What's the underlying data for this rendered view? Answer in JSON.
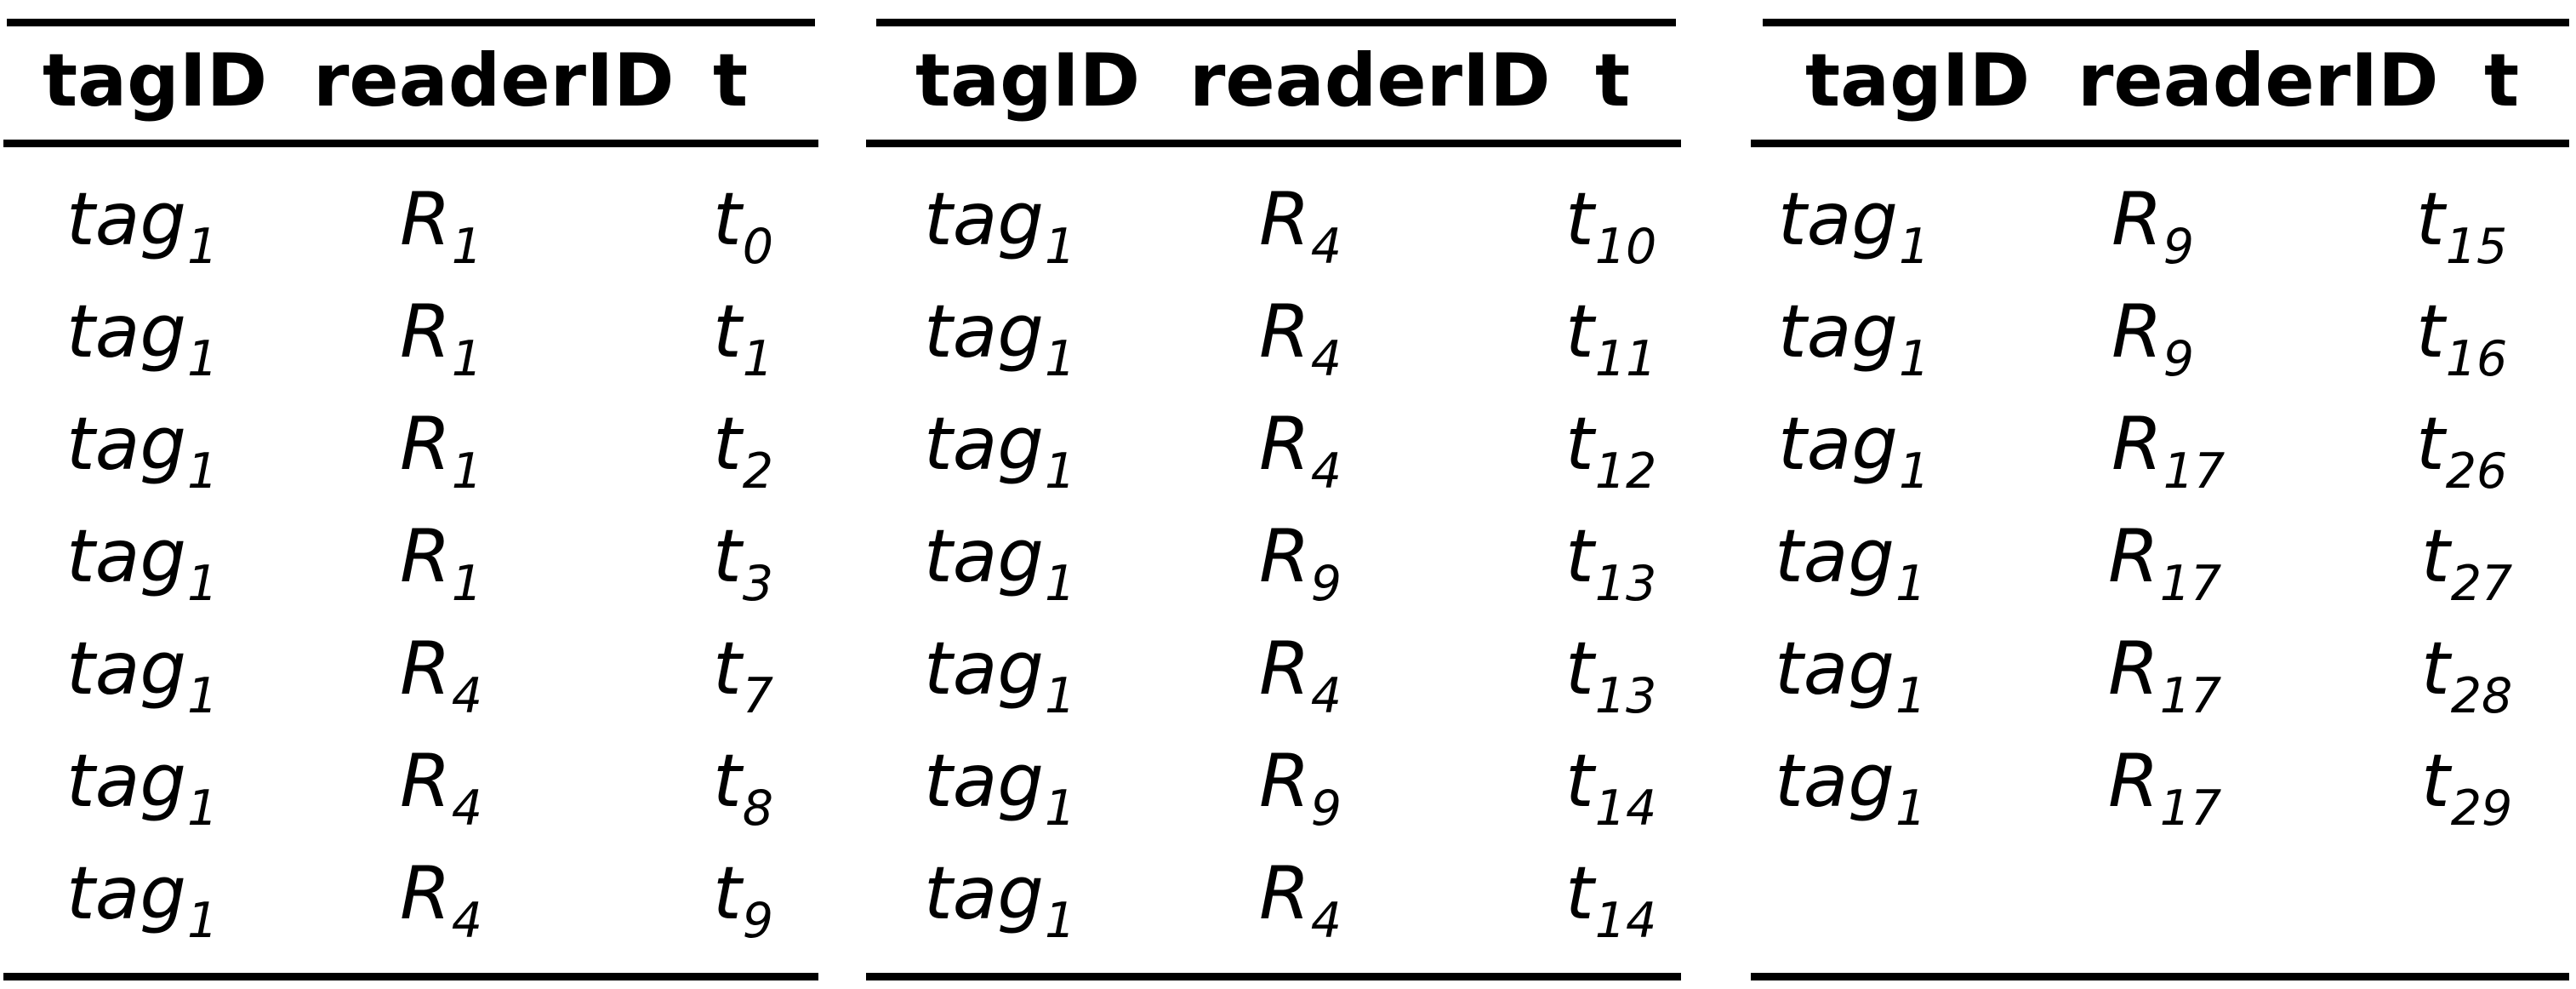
{
  "headers": [
    "tagID",
    "readerID",
    "t"
  ],
  "tables": [
    {
      "rows": [
        {
          "tag": {
            "base": "tag",
            "sub": "1"
          },
          "reader": {
            "base": "R",
            "sub": "1"
          },
          "time": {
            "base": "t",
            "sub": "0"
          }
        },
        {
          "tag": {
            "base": "tag",
            "sub": "1"
          },
          "reader": {
            "base": "R",
            "sub": "1"
          },
          "time": {
            "base": "t",
            "sub": "1"
          }
        },
        {
          "tag": {
            "base": "tag",
            "sub": "1"
          },
          "reader": {
            "base": "R",
            "sub": "1"
          },
          "time": {
            "base": "t",
            "sub": "2"
          }
        },
        {
          "tag": {
            "base": "tag",
            "sub": "1"
          },
          "reader": {
            "base": "R",
            "sub": "1"
          },
          "time": {
            "base": "t",
            "sub": "3"
          }
        },
        {
          "tag": {
            "base": "tag",
            "sub": "1"
          },
          "reader": {
            "base": "R",
            "sub": "4"
          },
          "time": {
            "base": "t",
            "sub": "7"
          }
        },
        {
          "tag": {
            "base": "tag",
            "sub": "1"
          },
          "reader": {
            "base": "R",
            "sub": "4"
          },
          "time": {
            "base": "t",
            "sub": "8"
          }
        },
        {
          "tag": {
            "base": "tag",
            "sub": "1"
          },
          "reader": {
            "base": "R",
            "sub": "4"
          },
          "time": {
            "base": "t",
            "sub": "9"
          }
        }
      ]
    },
    {
      "rows": [
        {
          "tag": {
            "base": "tag",
            "sub": "1"
          },
          "reader": {
            "base": "R",
            "sub": "4"
          },
          "time": {
            "base": "t",
            "sub": "10"
          }
        },
        {
          "tag": {
            "base": "tag",
            "sub": "1"
          },
          "reader": {
            "base": "R",
            "sub": "4"
          },
          "time": {
            "base": "t",
            "sub": "11"
          }
        },
        {
          "tag": {
            "base": "tag",
            "sub": "1"
          },
          "reader": {
            "base": "R",
            "sub": "4"
          },
          "time": {
            "base": "t",
            "sub": "12"
          }
        },
        {
          "tag": {
            "base": "tag",
            "sub": "1"
          },
          "reader": {
            "base": "R",
            "sub": "9"
          },
          "time": {
            "base": "t",
            "sub": "13"
          }
        },
        {
          "tag": {
            "base": "tag",
            "sub": "1"
          },
          "reader": {
            "base": "R",
            "sub": "4"
          },
          "time": {
            "base": "t",
            "sub": "13"
          }
        },
        {
          "tag": {
            "base": "tag",
            "sub": "1"
          },
          "reader": {
            "base": "R",
            "sub": "9"
          },
          "time": {
            "base": "t",
            "sub": "14"
          }
        },
        {
          "tag": {
            "base": "tag",
            "sub": "1"
          },
          "reader": {
            "base": "R",
            "sub": "4"
          },
          "time": {
            "base": "t",
            "sub": "14"
          }
        }
      ]
    },
    {
      "rows": [
        {
          "tag": {
            "base": "tag",
            "sub": "1"
          },
          "reader": {
            "base": "R",
            "sub": "9"
          },
          "time": {
            "base": "t",
            "sub": "15"
          }
        },
        {
          "tag": {
            "base": "tag",
            "sub": "1"
          },
          "reader": {
            "base": "R",
            "sub": "9"
          },
          "time": {
            "base": "t",
            "sub": "16"
          }
        },
        {
          "tag": {
            "base": "tag",
            "sub": "1"
          },
          "reader": {
            "base": "R",
            "sub": "17"
          },
          "time": {
            "base": "t",
            "sub": "26"
          }
        },
        {
          "tag": {
            "base": "tag",
            "sub": "1"
          },
          "reader": {
            "base": "R",
            "sub": "17"
          },
          "time": {
            "base": "t",
            "sub": "27"
          }
        },
        {
          "tag": {
            "base": "tag",
            "sub": "1"
          },
          "reader": {
            "base": "R",
            "sub": "17"
          },
          "time": {
            "base": "t",
            "sub": "28"
          }
        },
        {
          "tag": {
            "base": "tag",
            "sub": "1"
          },
          "reader": {
            "base": "R",
            "sub": "17"
          },
          "time": {
            "base": "t",
            "sub": "29"
          }
        }
      ]
    }
  ]
}
